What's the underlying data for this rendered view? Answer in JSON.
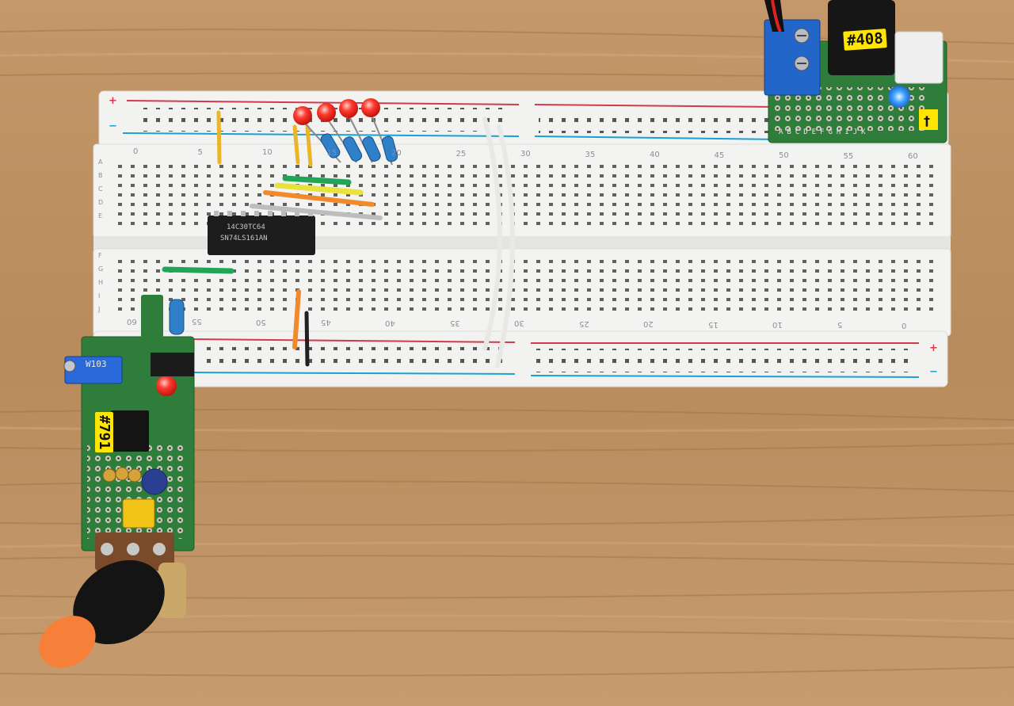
{
  "photo": {
    "board_labels": {
      "power_module": "#408",
      "signal_module": "#791"
    },
    "chip_markings": {
      "line1": "14C30TC64",
      "line2": "SN74LS161AN"
    },
    "pot_marking": "W103",
    "breadboard": {
      "top_numbers": [
        "0",
        "5",
        "10",
        "15",
        "20",
        "25",
        "30",
        "35",
        "40",
        "45",
        "50",
        "55",
        "60"
      ],
      "bottom_numbers": [
        "60",
        "55",
        "50",
        "45",
        "40",
        "35",
        "30",
        "25",
        "20",
        "15",
        "10",
        "5",
        "0"
      ],
      "rows_top": [
        "A",
        "B",
        "C",
        "D",
        "E"
      ],
      "rows_bottom": [
        "F",
        "G",
        "H",
        "I",
        "J"
      ],
      "plus": "+",
      "minus": "−"
    },
    "module_row_labels": "ABCDEFGHIJK",
    "colors": {
      "wood": "#b98a5c",
      "breadboard": "#f2f3f1",
      "pcb": "#2f7d3a",
      "led_red": "#ff2a22",
      "led_blue": "#3a9bff",
      "tag": "#ffe600"
    }
  }
}
